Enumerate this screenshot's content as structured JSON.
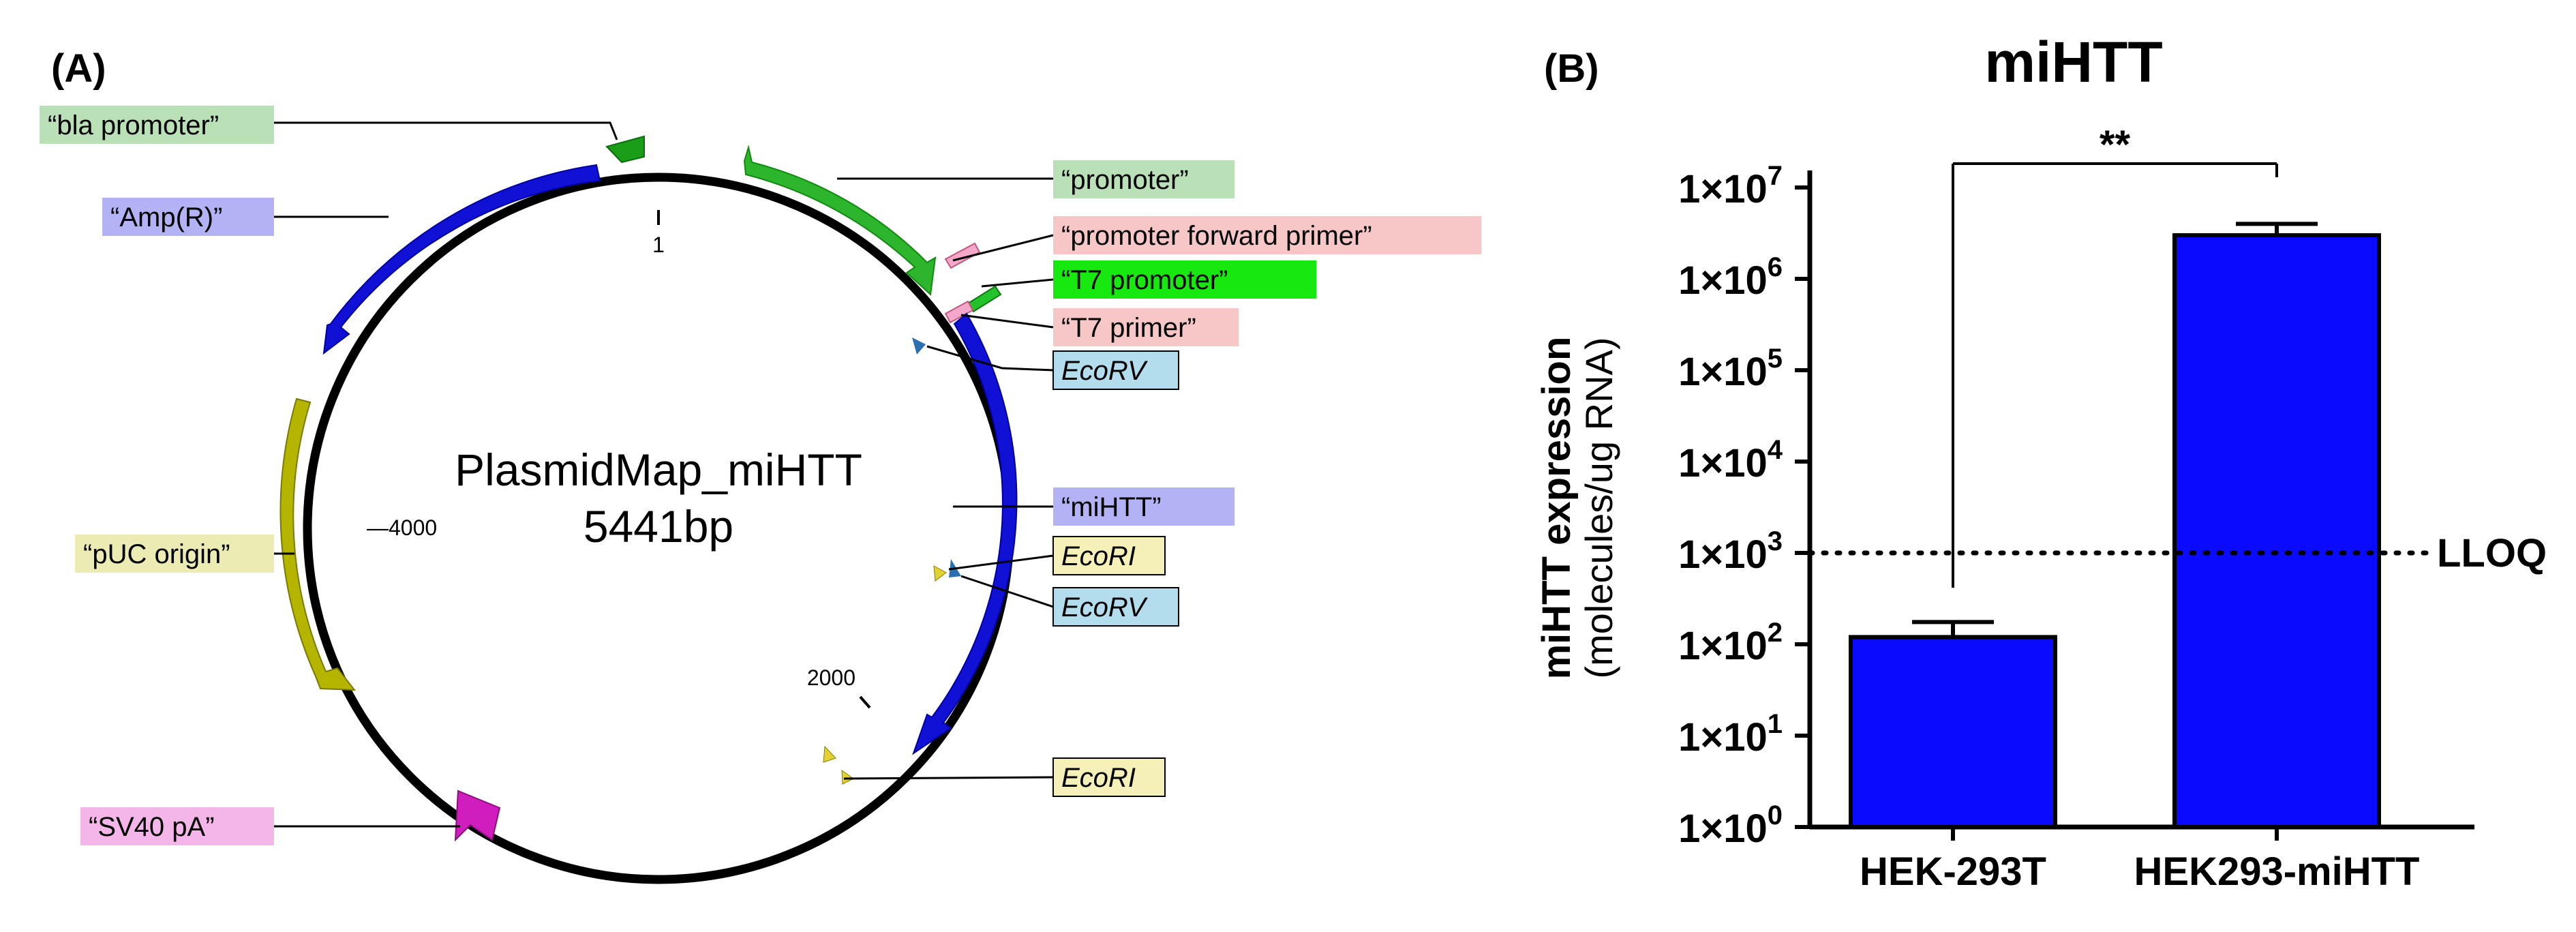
{
  "panel_a": {
    "label": "(A)",
    "map_title": "PlasmidMap_miHTT",
    "map_size": "5441bp",
    "position_ticks": [
      "1",
      "2000",
      "—4000"
    ],
    "features": [
      {
        "id": "bla-promoter",
        "label": "“bla promoter”",
        "color": "#1a9e1a",
        "label_bg": "#b9e0b6"
      },
      {
        "id": "amp-r",
        "label": "“Amp(R)”",
        "color": "#1111d6",
        "label_bg": "#b2b2f4"
      },
      {
        "id": "promoter",
        "label": "“promoter”",
        "color": "#2db52d",
        "label_bg": "#b9e0b6"
      },
      {
        "id": "promoter-forward-primer",
        "label": "“promoter forward primer”",
        "color": "#f4a7c8",
        "label_bg": "#f7c6c6"
      },
      {
        "id": "t7-promoter",
        "label": "“T7 promoter”",
        "color": "#22c22a",
        "label_bg": "#17e80f"
      },
      {
        "id": "t7-primer",
        "label": "“T7 primer”",
        "color": "#f4a7c8",
        "label_bg": "#f7c6c6"
      },
      {
        "id": "ecorv-1",
        "label": "EcoRV",
        "color": "#2a6fb0",
        "label_bg": "#b3dced"
      },
      {
        "id": "mihtt",
        "label": "“miHTT”",
        "color": "#1111d6",
        "label_bg": "#b2b2f4"
      },
      {
        "id": "ecori-1",
        "label": "EcoRI",
        "color": "#e3d235",
        "label_bg": "#f4f0b8"
      },
      {
        "id": "ecorv-2",
        "label": "EcoRV",
        "color": "#2a6fb0",
        "label_bg": "#b3dced"
      },
      {
        "id": "ecori-2",
        "label": "EcoRI",
        "color": "#e3d235",
        "label_bg": "#f4f0b8"
      },
      {
        "id": "puc-origin",
        "label": "“pUC origin”",
        "color": "#b5b500",
        "label_bg": "#ecebb3"
      },
      {
        "id": "sv40-pa",
        "label": "“SV40 pA”",
        "color": "#d01dbd",
        "label_bg": "#f4b5e8"
      }
    ]
  },
  "panel_b": {
    "label": "(B)",
    "chart_data": {
      "type": "bar",
      "title": "miHTT",
      "ylabel": "miHTT expression",
      "ylabel_sub": "(molecules/ug RNA)",
      "yscale": "log",
      "ylim": [
        1,
        10000000
      ],
      "yticks": [
        {
          "value": 1,
          "mantissa": "1×10",
          "exp": "0"
        },
        {
          "value": 10,
          "mantissa": "1×10",
          "exp": "1"
        },
        {
          "value": 100,
          "mantissa": "1×10",
          "exp": "2"
        },
        {
          "value": 1000,
          "mantissa": "1×10",
          "exp": "3"
        },
        {
          "value": 10000,
          "mantissa": "1×10",
          "exp": "4"
        },
        {
          "value": 100000,
          "mantissa": "1×10",
          "exp": "5"
        },
        {
          "value": 1000000,
          "mantissa": "1×10",
          "exp": "6"
        },
        {
          "value": 10000000,
          "mantissa": "1×10",
          "exp": "7"
        }
      ],
      "categories": [
        "HEK-293T",
        "HEK293-miHTT"
      ],
      "values": [
        120,
        3000000
      ],
      "error_upper": [
        175,
        4000000
      ],
      "bar_color": "#0a0aff",
      "reference_line": {
        "value": 1000,
        "label": "LLOQ",
        "style": "dotted"
      },
      "significance": {
        "label": "**",
        "between": [
          0,
          1
        ]
      }
    }
  }
}
